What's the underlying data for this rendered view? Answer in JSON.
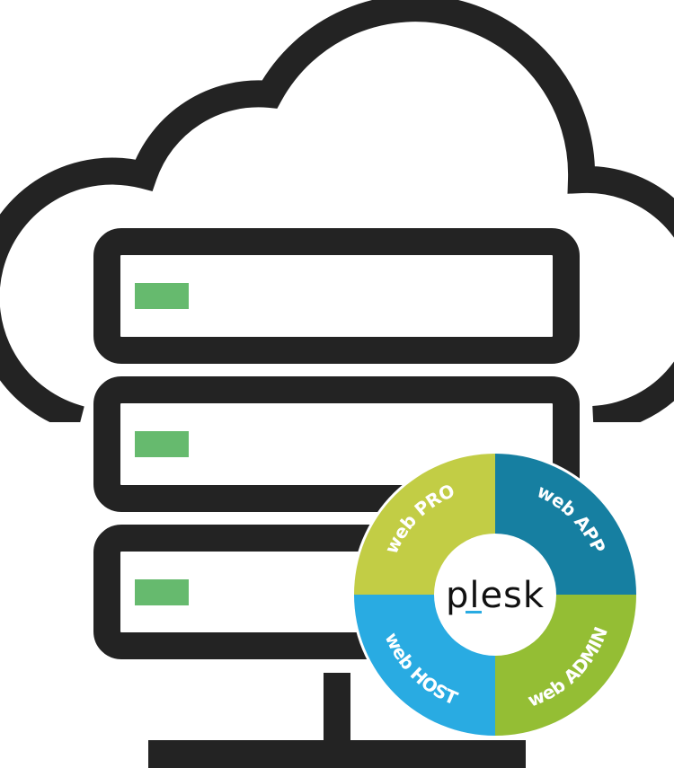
{
  "illustration": {
    "subject": "cloud-server",
    "colors": {
      "outline": "#232323",
      "indicator": "#66ba6e",
      "background": "#ffffff"
    },
    "servers": [
      {
        "name": "server-unit-1",
        "status": "active"
      },
      {
        "name": "server-unit-2",
        "status": "active"
      },
      {
        "name": "server-unit-3",
        "status": "active"
      }
    ]
  },
  "badge": {
    "brand": "plesk",
    "brand_accent": "#29abe2",
    "segments": [
      {
        "label": "web PRO",
        "color": "#c2cd45"
      },
      {
        "label": "web APP",
        "color": "#167fa1"
      },
      {
        "label": "web ADMIN",
        "color": "#94be34"
      },
      {
        "label": "web HOST",
        "color": "#29abe2"
      }
    ]
  }
}
